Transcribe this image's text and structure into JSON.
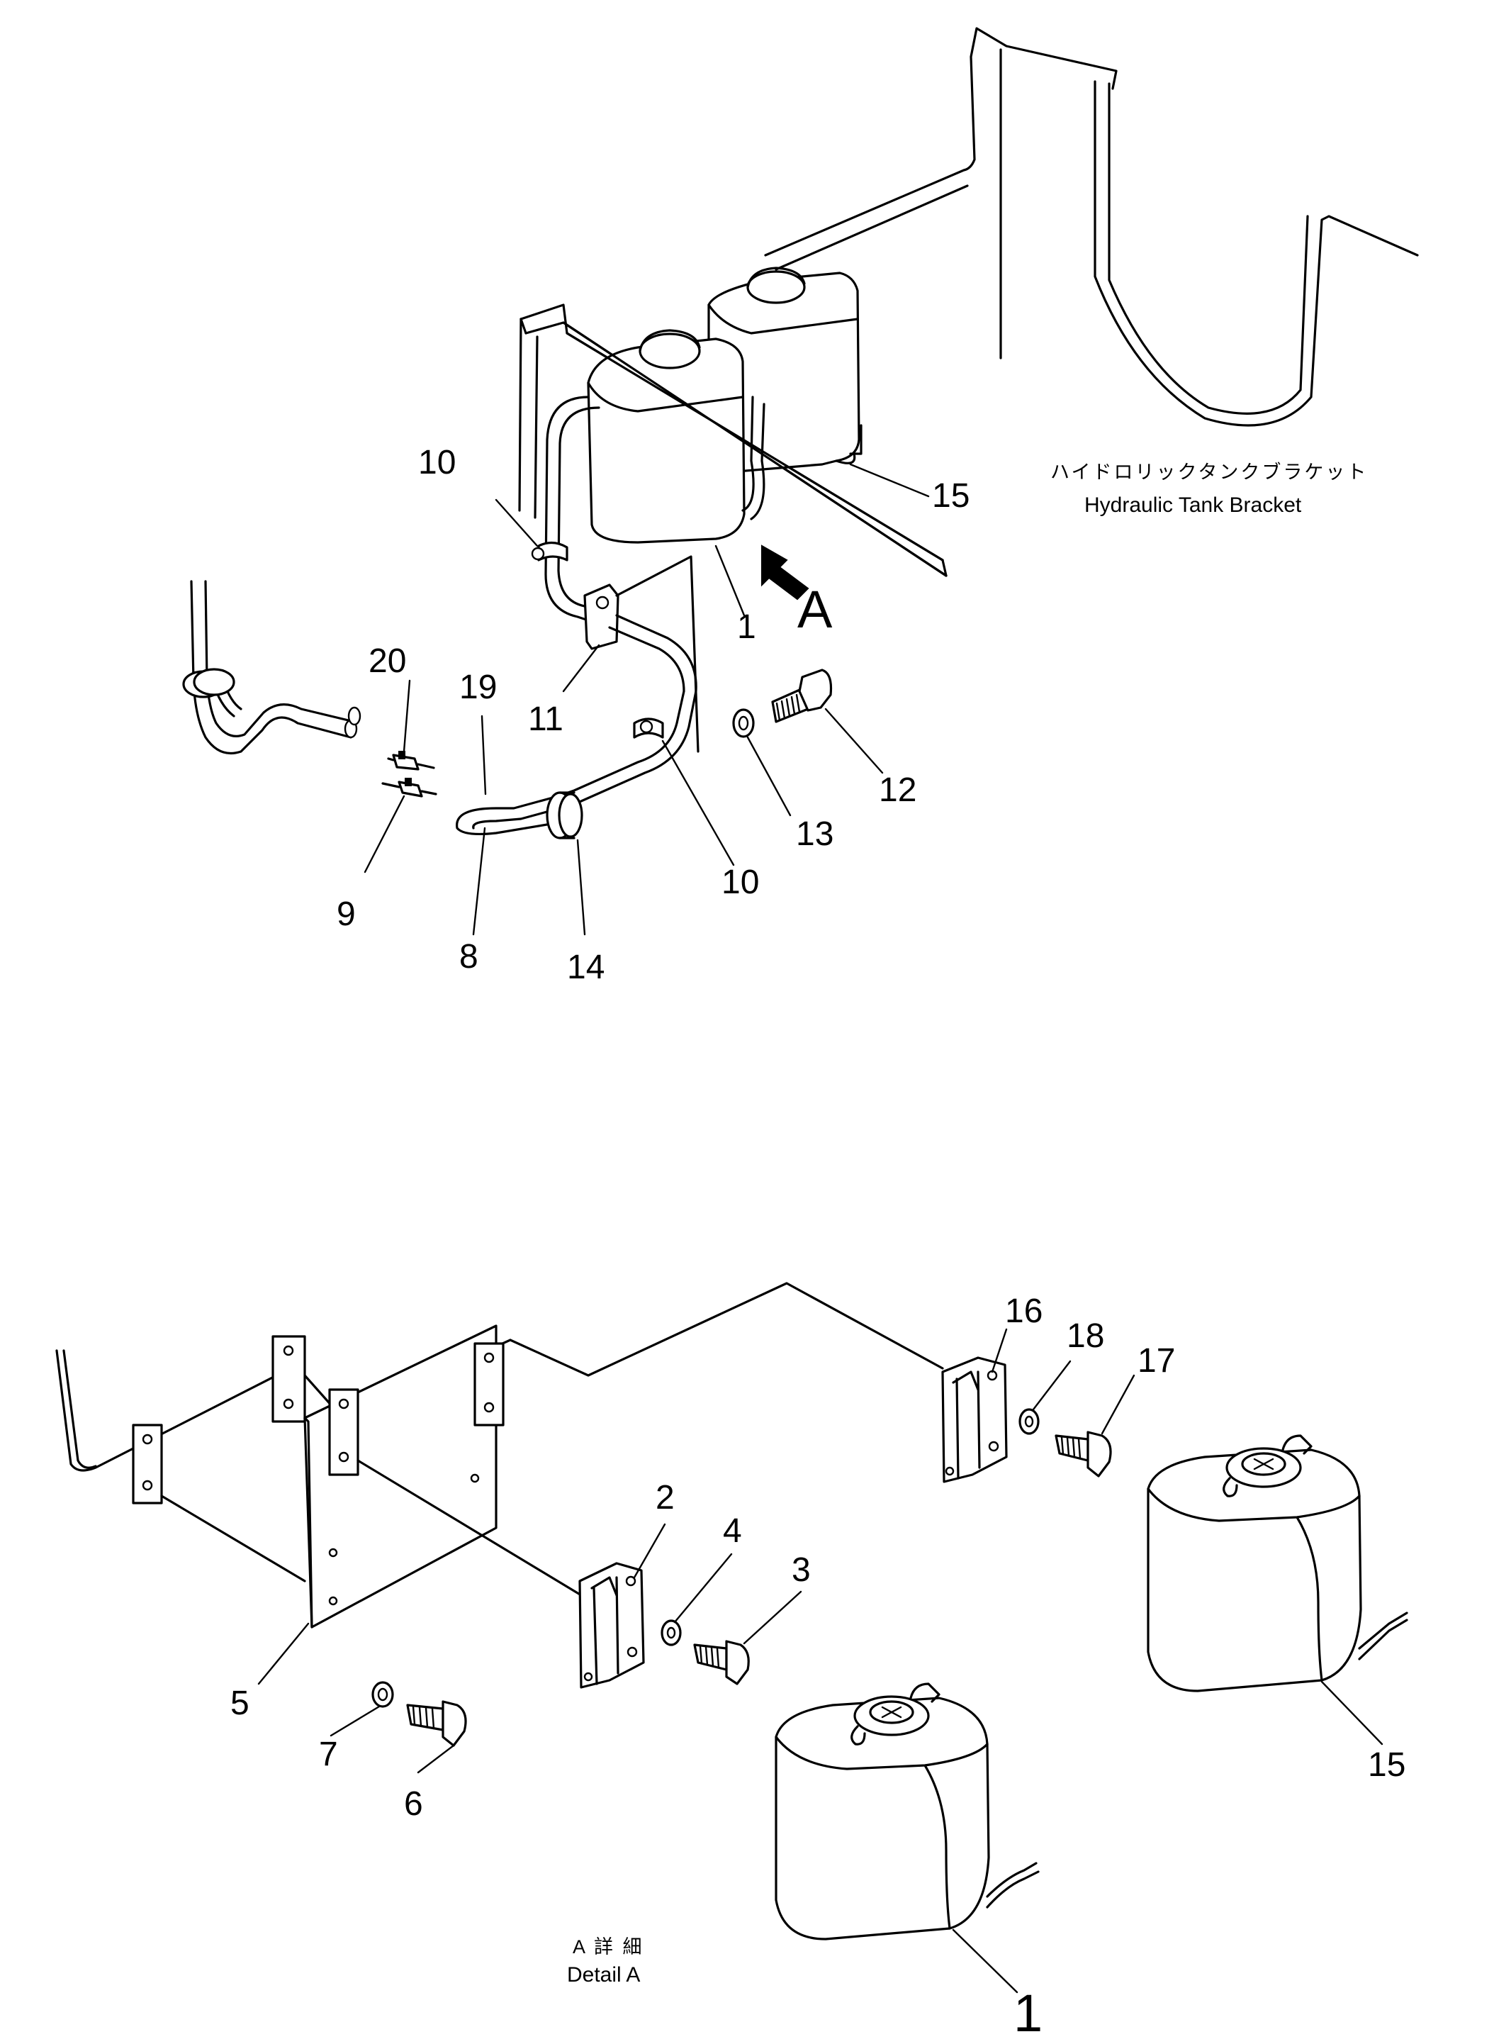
{
  "upper_view": {
    "bracket_label_jp": "ハイドロリックタンクブラケット",
    "bracket_label_en": "Hydraulic Tank Bracket",
    "view_marker": "A",
    "callouts": [
      "10",
      "15",
      "1",
      "11",
      "20",
      "19",
      "12",
      "13",
      "10",
      "9",
      "8",
      "14"
    ]
  },
  "detail_view": {
    "title_jp": "A 詳 細",
    "title_en": "Detail A",
    "callouts": [
      "16",
      "18",
      "17",
      "2",
      "4",
      "3",
      "5",
      "7",
      "6",
      "15",
      "1"
    ]
  }
}
